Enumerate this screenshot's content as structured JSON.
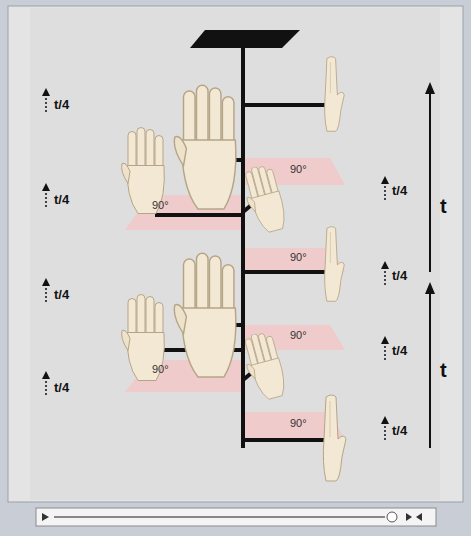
{
  "diagram": {
    "labels": [
      "t/4",
      "t/4",
      "t/4",
      "t/4",
      "t/4",
      "t/4",
      "t/4",
      "t/4",
      "t",
      "t",
      "90°",
      "90°",
      "90°",
      "90°",
      "90°",
      "90°"
    ]
  }
}
